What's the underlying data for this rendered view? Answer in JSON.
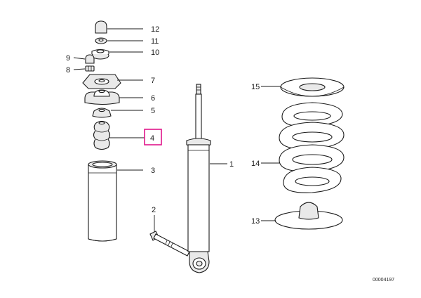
{
  "diagram": {
    "labels": {
      "p1": "1",
      "p2": "2",
      "p3": "3",
      "p4": "4",
      "p5": "5",
      "p6": "6",
      "p7": "7",
      "p8": "8",
      "p9": "9",
      "p10": "10",
      "p11": "11",
      "p12": "12",
      "p13": "13",
      "p14": "14",
      "p15": "15"
    },
    "highlighted_part": "4",
    "highlight_color": "#e0168a",
    "drawing_number": "00004197"
  }
}
